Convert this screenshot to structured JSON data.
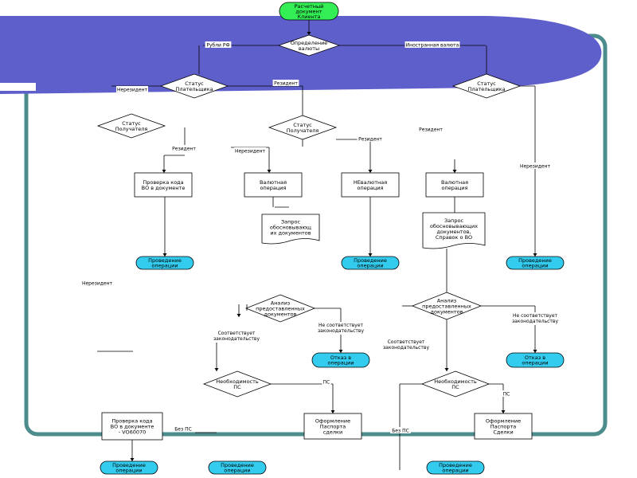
{
  "colors": {
    "banner": "#5f5fcc",
    "frame": "#4d8c8c",
    "terminal_green": "#33ee55",
    "process_cyan": "#33ccee",
    "line": "#000000",
    "label_bg": "#ffffff",
    "label_red": "#ffffff"
  },
  "nodes": {
    "start": [
      "Расчетный",
      "документ",
      "Клиента"
    ],
    "currency": [
      "Определение",
      "валюты"
    ],
    "payer_left": [
      "Статус",
      "Плательщика"
    ],
    "payer_right": [
      "Статус",
      "Плательщика"
    ],
    "recipient_left": [
      "Статус",
      "Получателя"
    ],
    "recipient_mid": [
      "Статус",
      "Получателя"
    ],
    "check_vo": [
      "Проверка кода",
      "ВО в документе"
    ],
    "currency_op": [
      "Валютная",
      "операция"
    ],
    "noncurrency_op": [
      "НЕвалютная",
      "операция"
    ],
    "currency_op2": [
      "Валютная",
      "операция"
    ],
    "request_left": [
      "Запрос",
      "обосновывающ",
      "их документов"
    ],
    "request_right": [
      "Запрос",
      "обосновывающих",
      "документов,",
      "Справок о ВО"
    ],
    "exec1": [
      "Проведение",
      "операции"
    ],
    "exec2": [
      "Проведение",
      "операции"
    ],
    "exec3": [
      "Проведение",
      "операции"
    ],
    "analysis_left": [
      "Анализ",
      "предоставленных",
      "документов"
    ],
    "analysis_right": [
      "Анализ",
      "предоставленных",
      "документов"
    ],
    "refusal_left": [
      "Отказ в",
      "операции"
    ],
    "refusal_right": [
      "Отказ в",
      "операции"
    ],
    "need_ps_left": [
      "Необходимость",
      "ПС"
    ],
    "need_ps_right": [
      "Необходимость",
      "ПС"
    ],
    "check_vo2": [
      "Проверка кода",
      "ВО в документе",
      "- VO60070"
    ],
    "passport_left": [
      "Оформление",
      "Паспорта",
      "сделки"
    ],
    "passport_right": [
      "Оформление",
      "Паспорта",
      "Сделки"
    ],
    "exec4": [
      "Проведение",
      "операции"
    ],
    "exec5": [
      "Проведение",
      "операции"
    ],
    "exec6": [
      "Проведение",
      "операции"
    ]
  },
  "labels": {
    "rub": "Рубли РФ",
    "foreign": "Иностранная валюта",
    "nonresident_1": "Нерезидент",
    "resident_1": "Резидент",
    "resident_2": "Резидент",
    "nonresident_2": "Нерезидент",
    "resident_3": "Резидент",
    "resident_4": "Резидент",
    "nonresident_3": "Нерезидент",
    "nonresident_4": "Нерезидент",
    "complies_left": [
      "Соответствует",
      "законодательству"
    ],
    "not_complies_left": [
      "Не соответствует",
      "законодательству"
    ],
    "complies_right": [
      "Соответствует",
      "законодательству"
    ],
    "not_complies_right": [
      "Не соответствует",
      "законодательству"
    ],
    "ps_left": "ПС",
    "ps_right": "ПС",
    "no_ps_left": "Без ПС",
    "no_ps_right": "Без ПС"
  }
}
